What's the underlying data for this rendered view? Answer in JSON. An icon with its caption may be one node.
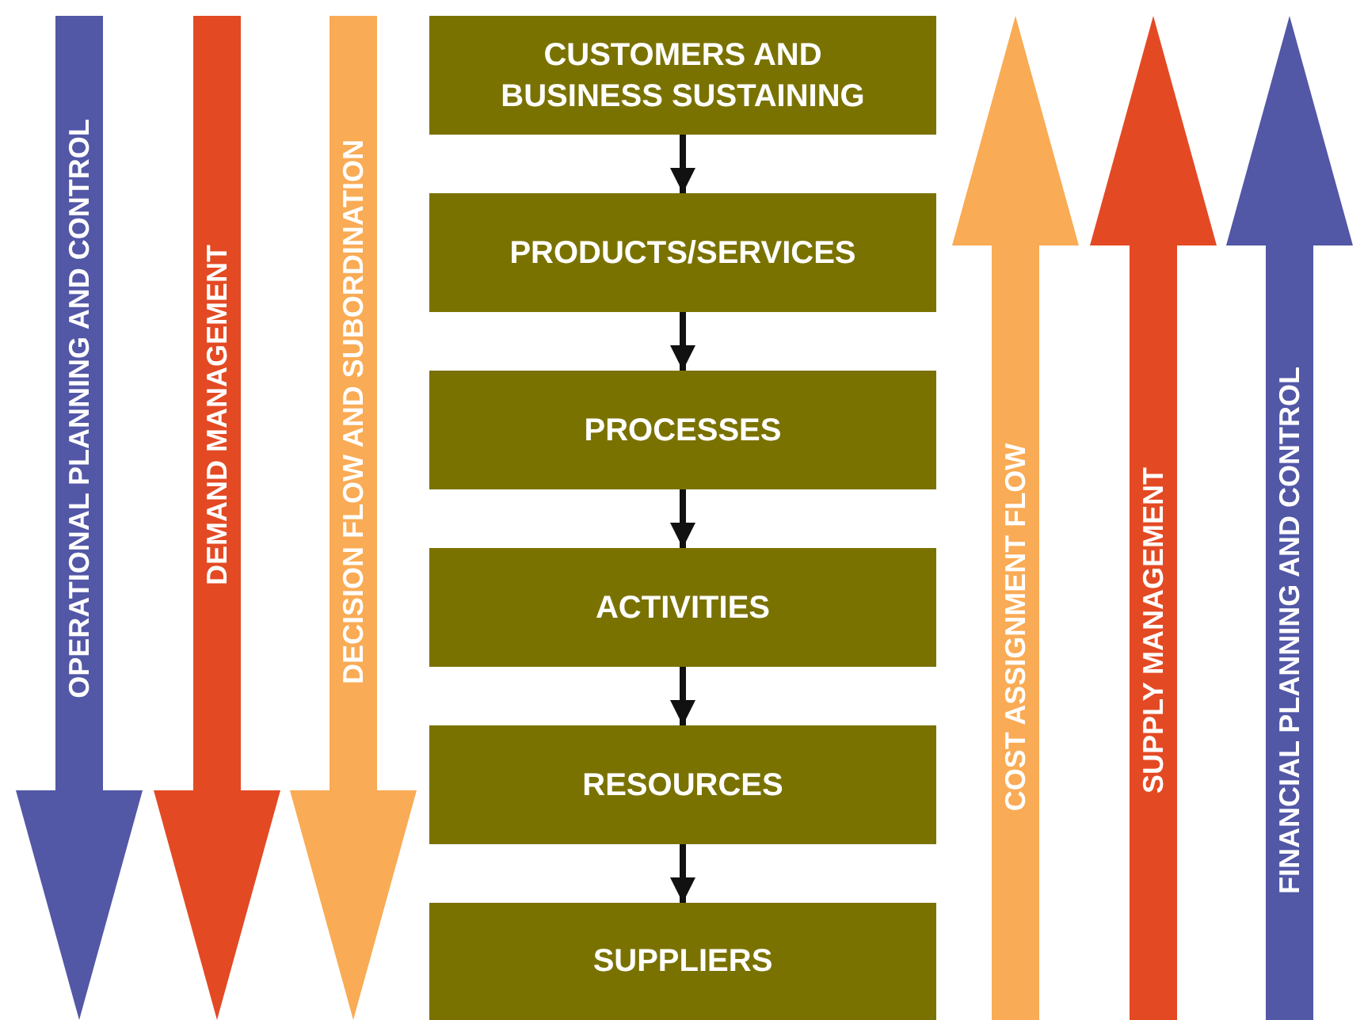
{
  "diagram": {
    "nodes": [
      {
        "text": [
          "OPERATIONAL PLANNING AND CONTROL"
        ]
      },
      {
        "text": [
          "DEMAND MANAGEMENT"
        ]
      },
      {
        "text": [
          "DECISION FLOW AND SUBORDINATION"
        ]
      },
      {
        "text": [
          "CUSTOMERS AND BUSINESS SUSTAINING"
        ]
      },
      {
        "text": [
          "PRODUCTS/SERVICES"
        ]
      },
      {
        "text": [
          "PROCESSES"
        ]
      },
      {
        "text": [
          "ACTIVITIES"
        ]
      },
      {
        "text": [
          "RESOURCES"
        ]
      },
      {
        "text": [
          "SUPPLIERS"
        ]
      },
      {
        "text": [
          "COST ASSIGNMENT FLOW"
        ]
      },
      {
        "text": [
          "SUPPLY MANAGEMENT"
        ]
      },
      {
        "text": [
          "FINANCIAL PLANNING AND CONTROL"
        ]
      }
    ],
    "edges": [
      {
        "from": 3,
        "to": 4,
        "arrow": "to"
      },
      {
        "from": 4,
        "to": 5,
        "arrow": "to"
      },
      {
        "from": 5,
        "to": 6,
        "arrow": "to"
      },
      {
        "from": 6,
        "to": 7,
        "arrow": "to"
      },
      {
        "from": 7,
        "to": 8,
        "arrow": "to"
      }
    ]
  }
}
